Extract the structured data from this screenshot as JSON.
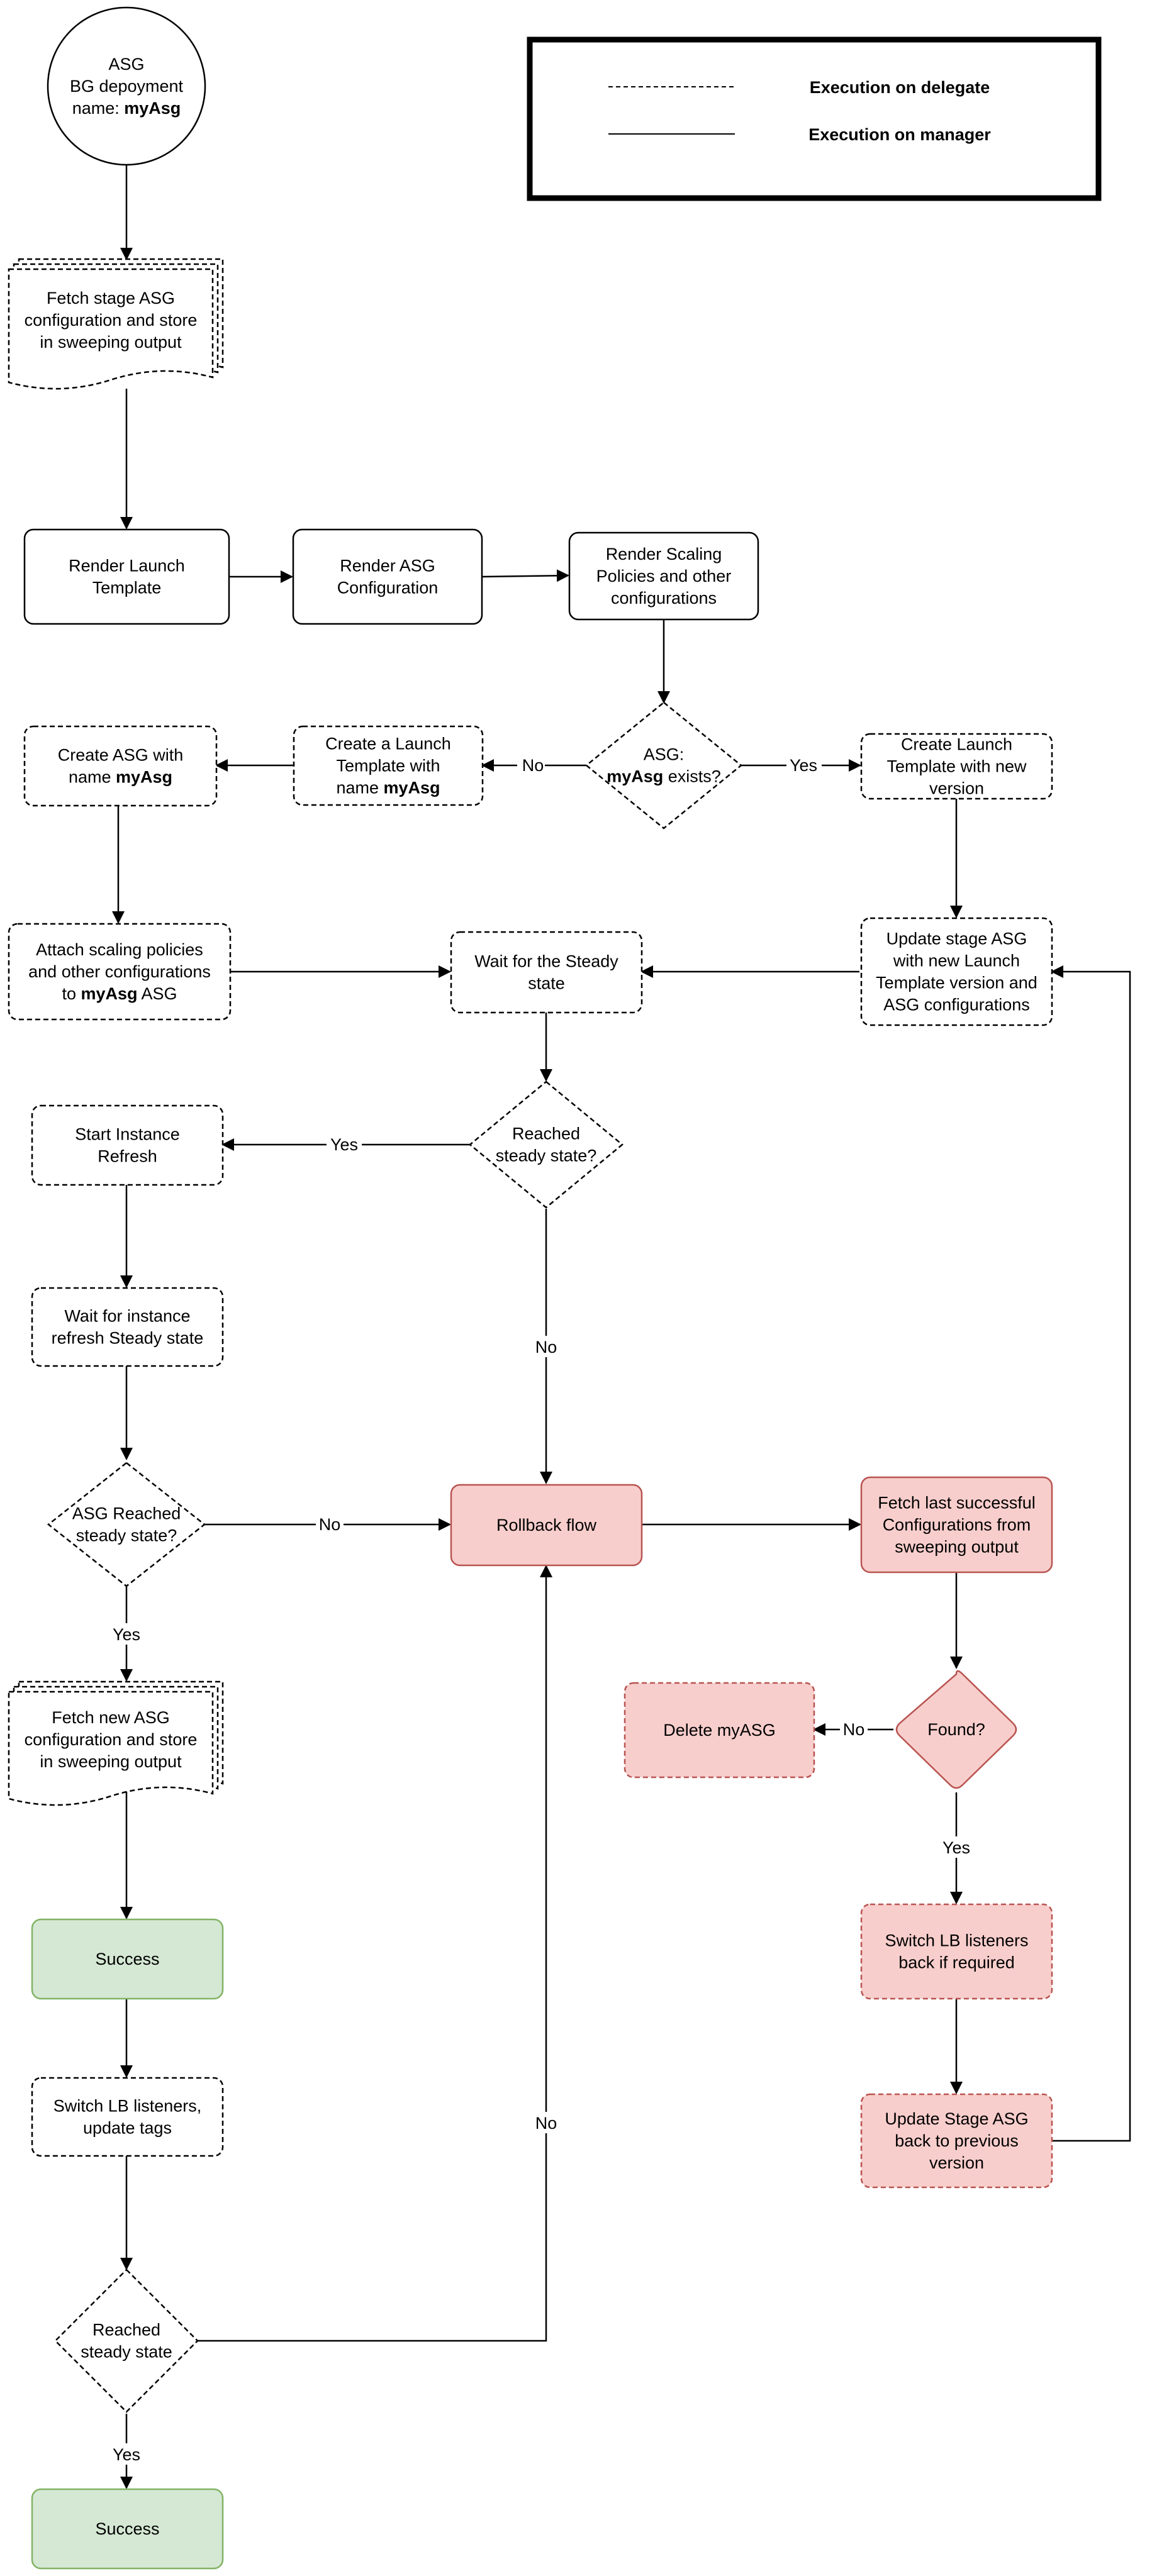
{
  "legend": {
    "dashed_label": "Execution on delegate",
    "solid_label": "Execution on manager"
  },
  "colors": {
    "stroke": "#000000",
    "red_fill": "#f8cecc",
    "red_stroke": "#b85450",
    "green_fill": "#d5e8d4",
    "green_stroke": "#82b366"
  },
  "nodes": {
    "start": {
      "lines": [
        [
          {
            "t": "ASG"
          }
        ],
        [
          {
            "t": "BG depoyment"
          }
        ],
        [
          {
            "t": "name: "
          },
          {
            "t": "myAsg",
            "b": true
          }
        ]
      ]
    },
    "fetch_stage": {
      "lines": [
        [
          {
            "t": "Fetch stage ASG"
          }
        ],
        [
          {
            "t": "configuration and store"
          }
        ],
        [
          {
            "t": "in sweeping output"
          }
        ]
      ]
    },
    "render_lt": {
      "lines": [
        [
          {
            "t": "Render Launch"
          }
        ],
        [
          {
            "t": "Template"
          }
        ]
      ]
    },
    "render_asg": {
      "lines": [
        [
          {
            "t": "Render ASG"
          }
        ],
        [
          {
            "t": "Configuration"
          }
        ]
      ]
    },
    "render_scaling": {
      "lines": [
        [
          {
            "t": "Render Scaling"
          }
        ],
        [
          {
            "t": "Policies and other"
          }
        ],
        [
          {
            "t": "configurations"
          }
        ]
      ]
    },
    "asg_exists": {
      "lines": [
        [
          {
            "t": "ASG:"
          }
        ],
        [
          {
            "t": "myAsg",
            "b": true
          },
          {
            "t": " exists?"
          }
        ]
      ]
    },
    "create_lt_name": {
      "lines": [
        [
          {
            "t": "Create a Launch"
          }
        ],
        [
          {
            "t": "Template with"
          }
        ],
        [
          {
            "t": "name "
          },
          {
            "t": "myAsg",
            "b": true
          }
        ]
      ]
    },
    "create_asg": {
      "lines": [
        [
          {
            "t": "Create ASG with"
          }
        ],
        [
          {
            "t": "name "
          },
          {
            "t": "myAsg",
            "b": true
          }
        ]
      ]
    },
    "create_lt_ver": {
      "lines": [
        [
          {
            "t": "Create Launch"
          }
        ],
        [
          {
            "t": "Template with new"
          }
        ],
        [
          {
            "t": "version"
          }
        ]
      ]
    },
    "attach_policies": {
      "lines": [
        [
          {
            "t": "Attach scaling policies"
          }
        ],
        [
          {
            "t": "and other configurations"
          }
        ],
        [
          {
            "t": "to "
          },
          {
            "t": "myAsg",
            "b": true
          },
          {
            "t": " ASG"
          }
        ]
      ]
    },
    "wait_steady": {
      "lines": [
        [
          {
            "t": "Wait for the Steady"
          }
        ],
        [
          {
            "t": "state"
          }
        ]
      ]
    },
    "update_stage": {
      "lines": [
        [
          {
            "t": "Update stage ASG"
          }
        ],
        [
          {
            "t": "with new Launch"
          }
        ],
        [
          {
            "t": "Template version and"
          }
        ],
        [
          {
            "t": "ASG configurations"
          }
        ]
      ]
    },
    "reached_steady1": {
      "lines": [
        [
          {
            "t": "Reached"
          }
        ],
        [
          {
            "t": "steady state?"
          }
        ]
      ]
    },
    "start_refresh": {
      "lines": [
        [
          {
            "t": "Start Instance"
          }
        ],
        [
          {
            "t": "Refresh"
          }
        ]
      ]
    },
    "wait_refresh": {
      "lines": [
        [
          {
            "t": "Wait for instance"
          }
        ],
        [
          {
            "t": "refresh Steady state"
          }
        ]
      ]
    },
    "asg_reached": {
      "lines": [
        [
          {
            "t": "ASG Reached"
          }
        ],
        [
          {
            "t": "steady state?"
          }
        ]
      ]
    },
    "rollback": {
      "lines": [
        [
          {
            "t": "Rollback flow"
          }
        ]
      ]
    },
    "fetch_last": {
      "lines": [
        [
          {
            "t": "Fetch last successful"
          }
        ],
        [
          {
            "t": "Configurations from"
          }
        ],
        [
          {
            "t": "sweeping output"
          }
        ]
      ]
    },
    "found": {
      "lines": [
        [
          {
            "t": "Found?"
          }
        ]
      ]
    },
    "delete_asg": {
      "lines": [
        [
          {
            "t": "Delete myASG"
          }
        ]
      ]
    },
    "fetch_new": {
      "lines": [
        [
          {
            "t": "Fetch new ASG"
          }
        ],
        [
          {
            "t": "configuration and store"
          }
        ],
        [
          {
            "t": "in sweeping output"
          }
        ]
      ]
    },
    "switch_back": {
      "lines": [
        [
          {
            "t": "Switch LB listeners"
          }
        ],
        [
          {
            "t": "back if required"
          }
        ]
      ]
    },
    "success1": {
      "lines": [
        [
          {
            "t": "Success"
          }
        ]
      ]
    },
    "update_prev": {
      "lines": [
        [
          {
            "t": "Update Stage ASG"
          }
        ],
        [
          {
            "t": "back to previous"
          }
        ],
        [
          {
            "t": "version"
          }
        ]
      ]
    },
    "switch_lb": {
      "lines": [
        [
          {
            "t": "Switch LB listeners,"
          }
        ],
        [
          {
            "t": "update tags"
          }
        ]
      ]
    },
    "reached_steady2": {
      "lines": [
        [
          {
            "t": "Reached"
          }
        ],
        [
          {
            "t": "steady state"
          }
        ]
      ]
    },
    "success2": {
      "lines": [
        [
          {
            "t": "Success"
          }
        ]
      ]
    }
  },
  "edge_labels": {
    "exists_no": "No",
    "exists_yes": "Yes",
    "steady1_yes": "Yes",
    "steady1_no": "No",
    "asg_reached_no": "No",
    "asg_reached_yes": "Yes",
    "found_no": "No",
    "found_yes": "Yes",
    "steady2_no": "No",
    "steady2_yes": "Yes"
  }
}
